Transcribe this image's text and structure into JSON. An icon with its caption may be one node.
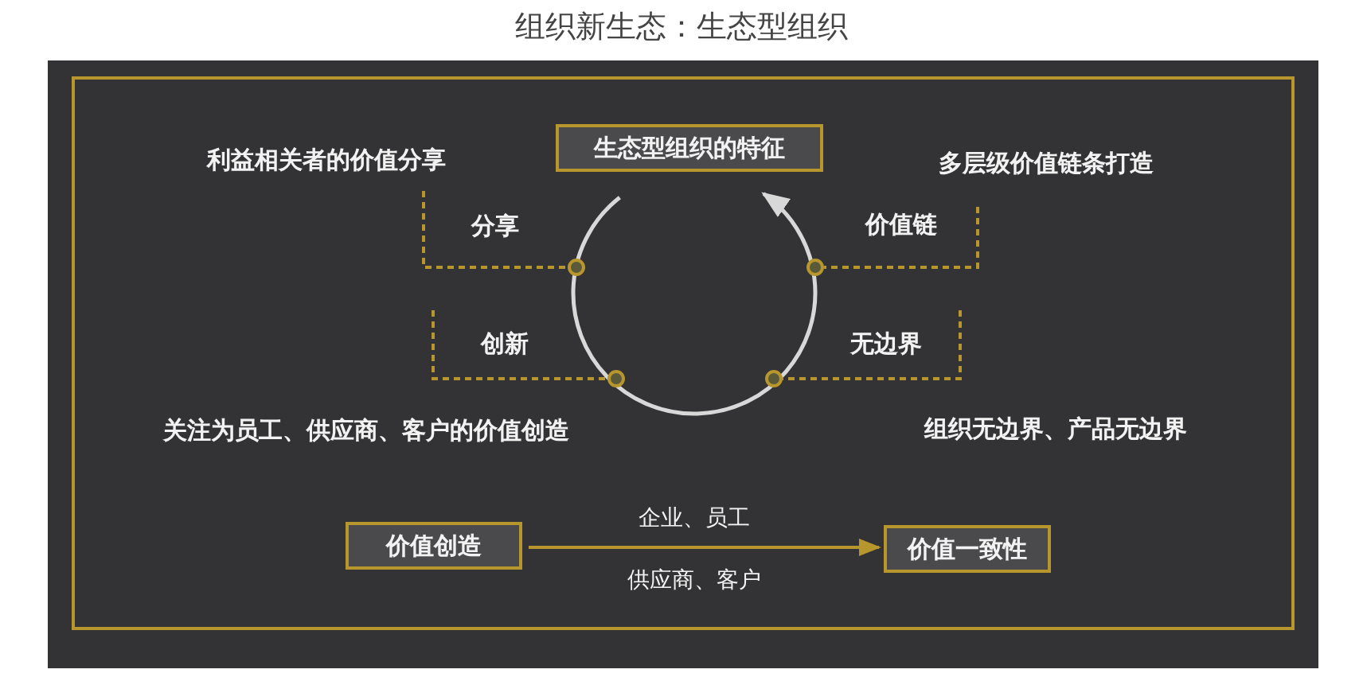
{
  "diagram": {
    "title": "组织新生态：生态型组织",
    "nodes": [
      {
        "text": [
          "生态型组织的特征"
        ]
      },
      {
        "text": [
          "分享"
        ]
      },
      {
        "text": [
          "价值链"
        ]
      },
      {
        "text": [
          "创新"
        ]
      },
      {
        "text": [
          "无边界"
        ]
      },
      {
        "text": [],
        "shape": "circle"
      },
      {
        "text": [],
        "shape": "circle"
      },
      {
        "text": [],
        "shape": "circle"
      },
      {
        "text": [],
        "shape": "circle"
      },
      {
        "text": [
          "价值创造"
        ]
      },
      {
        "text": [
          "价值一致性"
        ]
      }
    ],
    "edges": [
      {
        "from": 1,
        "to": 5,
        "arrow": "none",
        "style": "dashed"
      },
      {
        "from": 2,
        "to": 6,
        "arrow": "none",
        "style": "dashed"
      },
      {
        "from": 3,
        "to": 7,
        "arrow": "none",
        "style": "dashed"
      },
      {
        "from": 4,
        "to": 8,
        "arrow": "none",
        "style": "dashed"
      },
      {
        "from": 9,
        "to": 10,
        "arrow": "to",
        "label": "企业、员工"
      }
    ],
    "labels": [
      "利益相关者的价值分享",
      "多层级价值链条打造",
      "关注为员工、供应商、客户的价值创造",
      "组织无边界、产品无边界",
      "供应商、客户"
    ]
  }
}
